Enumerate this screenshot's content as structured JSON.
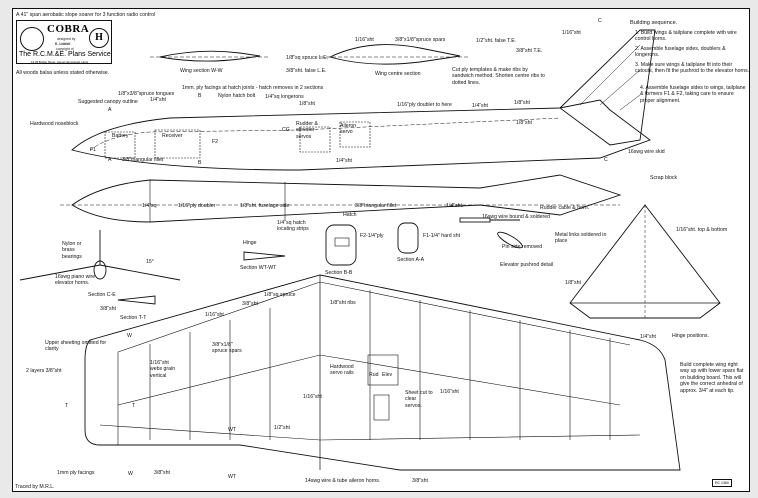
{
  "header": {
    "subtitle": "A 41\" span aerobatic slope soarer for 3 function radio control",
    "note_woods": "All woods balsa unless stated otherwise."
  },
  "title_block": {
    "name": "COBRA",
    "designed_by_label": "designed by",
    "designer": "K. Liddell",
    "copyright_label": "copyright of",
    "service": "The R.C.M.&E. Plans Service",
    "address": "13-35 Bridge Street, Hemel Hempstead, Herts",
    "mark": "H"
  },
  "building_sequence": {
    "title": "Building sequence.",
    "steps": [
      "1. Build wings & tailplane complete with wire control horns.",
      "2. Assemble fuselage sides, doublers & longerons.",
      "3. Make sure wings & tailplane fit into their cutouts, then fit the pushrod to the elevator horns.",
      "4. Assemble fuselage sides to wings, tailplane & formers F1 & F2, taking care to ensure proper alignment."
    ]
  },
  "wing_note": "Build complete wing right way up with lower spars flat on building board. This will give the correct anhedral of approx. 3/4\" at each tip.",
  "labels": {
    "wing_section_ww": "Wing section W-W",
    "spruce_le": "1/8\"sq spruce L.E.",
    "false_le": "3/8\"sht. false L.E.",
    "sht_116_a": "1/16\"sht",
    "spruce_spars": "3/8\"x1/8\"spruce spars",
    "wing_centre_section": "Wing centre section",
    "false_te": "1/2\"sht. false T.E.",
    "te": "3/8\"sht T.E.",
    "cut_ply": "Cut ply templates & make ribs by sandwich method. Shorten centre ribs to dotted lines.",
    "fin_116": "1/16\"sht",
    "fin_18": "1/8\"sht",
    "ply_facings_hatch": "1mm. ply facings at hatch joints - hatch removes in 2 sections",
    "spruce_tongues": "1/8\"x3/8\"spruce tongues",
    "canopy": "Suggested canopy outline",
    "b_top": "B",
    "nylon_bolt": "Nylon hatch bolt",
    "longerons": "1/4\"sq longerons",
    "sht_14_a": "1/4\"sht",
    "sht_18_a": "1/8\"sht",
    "ply_doubler_here": "1/16\"ply doubler to here",
    "sht_14_b": "1/4\"sht",
    "sht_18_b": "1/8\"sht",
    "noseblock": "Hardwood noseblock",
    "a_top": "A",
    "battery": "Battery",
    "receiver": "Receiver",
    "f2": "F2",
    "f1": "F1",
    "cg": "CG",
    "rudder_servos": "Rudder & elevator servos",
    "aileron_servo": "Aileron servo",
    "a_bot": "A",
    "b_bot": "B",
    "tri_fillet_1": "3/8\"triangular fillet",
    "sht_14_c": "1/4\"sht",
    "wire_skid": "16swg wire skid",
    "c_top": "C",
    "c_bot": "C",
    "scrap_block": "Scrap block",
    "sq_14": "1/4\"sq",
    "ply_doubler": "1/16\"ply doubler",
    "fuselage_side": "1/8\"sht. fuselage side",
    "tri_fillet_2": "3/8\"triangular fillet",
    "sht_14_d": "1/4\"sht.",
    "rudder_cable": "Rudder cable & horn.",
    "hatch_strips": "1/4\"sq hatch locating strips",
    "hatch": "Hatch",
    "f2_ply": "F2-1/4\"ply",
    "f1_hard": "F1-1/4\" hard sht",
    "section_bb": "Section B-B",
    "section_aa": "Section A-A",
    "hinge": "Hinge",
    "section_wtwt": "Section WT-WT",
    "wire_bound": "16swg wire bound & soldered",
    "metal_links": "Metal links soldered in place",
    "pin_side": "Pin side removed",
    "pushrod_detail": "Elevator pushrod detail",
    "tail_116": "1/16\"sht. top & bottom",
    "tail_14": "1/4\"sht",
    "hinge_positions": "Hinge positions.",
    "bearings": "Nylon or brass bearings",
    "angle": "15°",
    "piano_wire": "16swg piano wire elevator horns.",
    "section_ce": "Section C-E",
    "sht_38_t": "3/8\"sht",
    "section_tt": "Section T-T",
    "upper_sheeting": "Upper sheeting omitted for clarity",
    "two_layers": "2 layers 3/8\"sht",
    "w_top": "W",
    "t_left": "T",
    "t_mid": "T",
    "wing_116": "1/16\"sht",
    "wing_spruce_spars": "3/8\"x1/8\" spruce spars",
    "webs": "1/16\"sht webs grain vertical",
    "wing_spruce_sq": "1/8\"sq spruce",
    "wing_38": "3/8\"sht",
    "wing_ribs": "1/8\"sht ribs",
    "servo_rails": "Hardwood servo rails",
    "rud": "Rud",
    "elev": "Elev",
    "sheet_cut": "Sheet cut to clear servos.",
    "wing_116_b": "1/16\"sht",
    "wing_116_c": "1/16\"sht",
    "wt_top": "WT",
    "sht_12": "1/2\"sht",
    "ply_facings_bot": "1mm ply facings",
    "w_bot": "W",
    "sht_38_bot": "3/8\"sht",
    "wt_bot": "WT",
    "aileron_horns": "14swg wire & tube aileron horns.",
    "sht_38_bot2": "3/8\"sht",
    "traced": "Traced by M.R.L."
  },
  "plan_ref": "RC 1360"
}
